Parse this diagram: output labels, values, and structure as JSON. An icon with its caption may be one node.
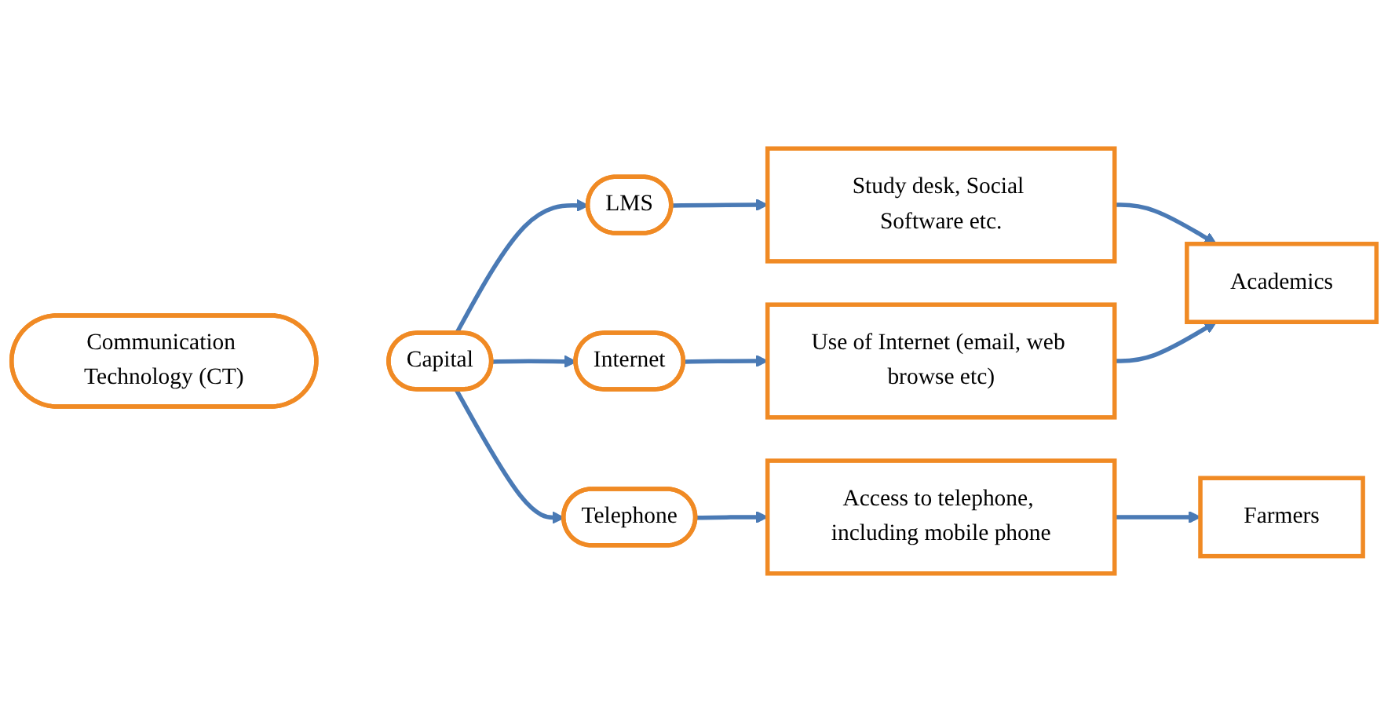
{
  "diagram": {
    "nodes": [
      {
        "text": [
          "Communication Technology (CT)"
        ]
      },
      {
        "text": [
          "Capital"
        ]
      },
      {
        "text": [
          "LMS"
        ]
      },
      {
        "text": [
          "Internet"
        ]
      },
      {
        "text": [
          "Telephone"
        ]
      },
      {
        "text": [
          "Study desk, Social Software etc."
        ]
      },
      {
        "text": [
          "Use of Internet (email, web browse etc)"
        ]
      },
      {
        "text": [
          "Access to telephone, including mobile phone"
        ]
      },
      {
        "text": [
          "Academics"
        ]
      },
      {
        "text": [
          "Farmers"
        ]
      }
    ],
    "edges": [
      {
        "from": 1,
        "to": 2,
        "arrow": "to"
      },
      {
        "from": 1,
        "to": 3,
        "arrow": "to"
      },
      {
        "from": 1,
        "to": 4,
        "arrow": "to"
      },
      {
        "from": 2,
        "to": 5,
        "arrow": "to"
      },
      {
        "from": 3,
        "to": 6,
        "arrow": "to"
      },
      {
        "from": 4,
        "to": 7,
        "arrow": "to"
      },
      {
        "from": 5,
        "to": 8,
        "arrow": "to"
      },
      {
        "from": 6,
        "to": 8,
        "arrow": "to"
      },
      {
        "from": 7,
        "to": 9,
        "arrow": "to"
      }
    ]
  }
}
